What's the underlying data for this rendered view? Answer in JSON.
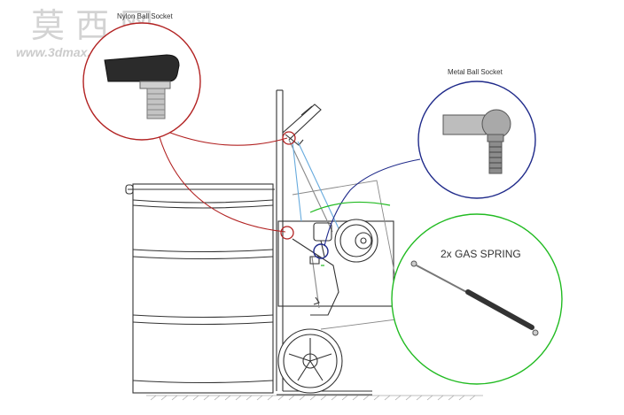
{
  "watermark": {
    "cjk": "莫 西 网",
    "url": "www.3dmax.com"
  },
  "callouts": {
    "nylon": {
      "label": "Nylon Ball Socket",
      "color": "#b22222"
    },
    "metal": {
      "label": "Metal Ball Socket",
      "color": "#1f2a8a"
    },
    "gas": {
      "label": "2x GAS SPRING",
      "color": "#22bb22"
    }
  },
  "colors": {
    "line": "#333333",
    "light": "#888888",
    "spring_link": "#66aadd"
  }
}
